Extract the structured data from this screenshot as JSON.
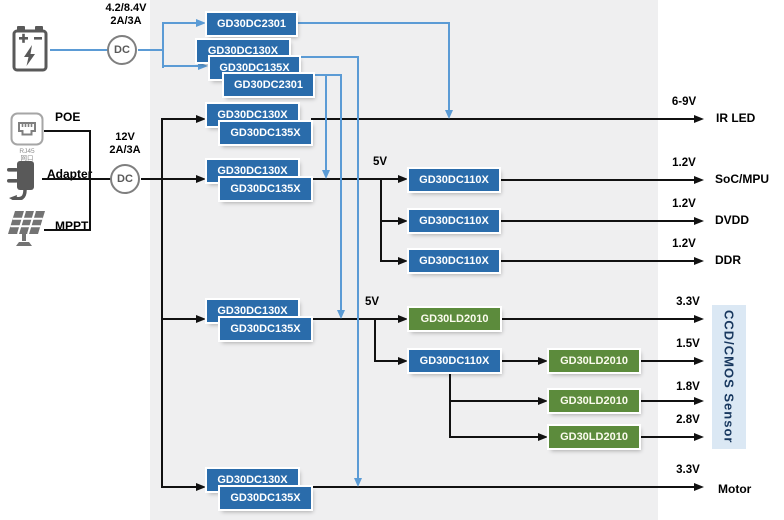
{
  "colors": {
    "chip_blue": "#2a6cab",
    "chip_green": "#5c8b3c",
    "line_blue": "#5b9bd5",
    "line_black": "#111111",
    "panel_gray": "#efeff0",
    "sensor_bg": "#dbe8f4",
    "sensor_text": "#17375e",
    "icon_gray": "#595959"
  },
  "battery_branch": {
    "rating": [
      "4.2/8.4V",
      "2A/3A"
    ],
    "dc_label": "DC"
  },
  "mains_branch": {
    "rating": [
      "12V",
      "2A/3A"
    ],
    "dc_label": "DC",
    "poe_label": "POE",
    "adapter_label": "Adapter",
    "mppt_label": "MPPT",
    "rj45_caption": [
      "RJ45",
      "网口"
    ]
  },
  "chips": {
    "dc2301": "GD30DC2301",
    "dc130x": "GD30DC130X",
    "dc135x": "GD30DC135X",
    "dc110x": "GD30DC110X",
    "ld2010": "GD30LD2010"
  },
  "bus_labels": {
    "soc_5v": "5V",
    "ccd_5v": "5V"
  },
  "outputs": {
    "ir_led": {
      "voltage": "6-9V",
      "target": "IR LED"
    },
    "soc": {
      "voltage": "1.2V",
      "target": "SoC/MPU"
    },
    "dvdd": {
      "voltage": "1.2V",
      "target": "DVDD"
    },
    "ddr": {
      "voltage": "1.2V",
      "target": "DDR"
    },
    "sensor_3v3": {
      "voltage": "3.3V"
    },
    "sensor_1v5": {
      "voltage": "1.5V"
    },
    "sensor_1v8": {
      "voltage": "1.8V"
    },
    "sensor_2v8": {
      "voltage": "2.8V"
    },
    "motor": {
      "voltage": "3.3V",
      "target": "Motor"
    }
  },
  "sensor": {
    "label": "CCD/CMOS Sensor"
  }
}
